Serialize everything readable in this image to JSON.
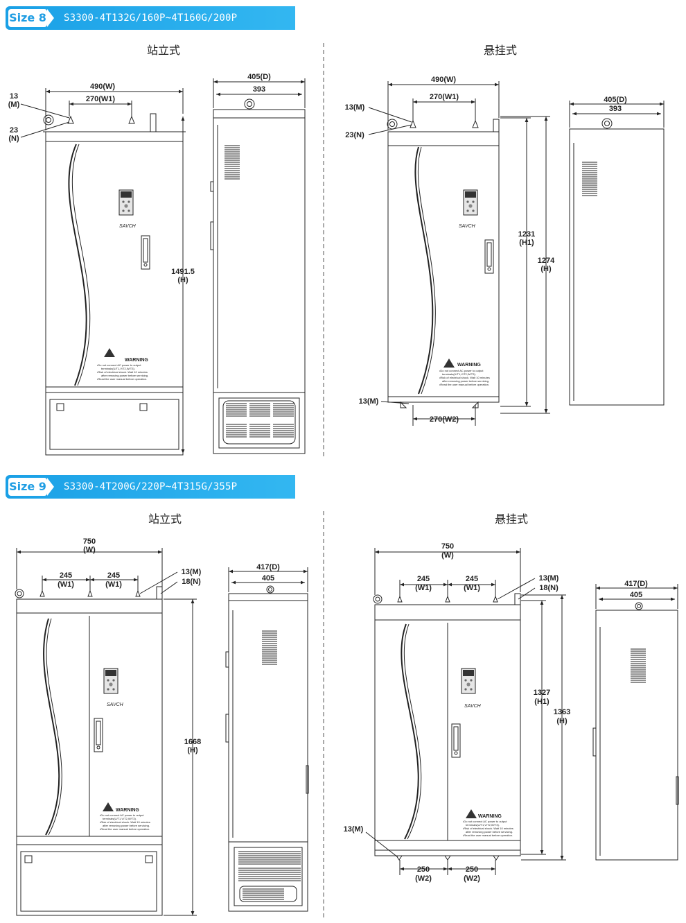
{
  "size8": {
    "tag": "Size 8",
    "model": "S3300-4T132G/160P~4T160G/200P",
    "floor_heading": "站立式",
    "wall_heading": "悬挂式",
    "floor": {
      "w": "490(W)",
      "w1": "270(W1)",
      "m_num": "13",
      "m_lbl": "(M)",
      "n_num": "23",
      "n_lbl": "(N)",
      "h_num": "1491.5",
      "h_lbl": "(H)",
      "d": "405(D)",
      "d_inner": "393"
    },
    "wall": {
      "w": "490(W)",
      "w1": "270(W1)",
      "m": "13(M)",
      "n": "23(N)",
      "m_bottom": "13(M)",
      "w2": "270(W2)",
      "h1_num": "1231",
      "h1_lbl": "(H1)",
      "h_num": "1274",
      "h_lbl": "(H)",
      "d": "405(D)",
      "d_inner": "393"
    }
  },
  "size9": {
    "tag": "Size 9",
    "model": "S3300-4T200G/220P~4T315G/355P",
    "floor_heading": "站立式",
    "wall_heading": "悬挂式",
    "floor": {
      "w_num": "750",
      "w_lbl": "(W)",
      "w1_num": "245",
      "w1_lbl": "(W1)",
      "m": "13(M)",
      "n": "18(N)",
      "h_num": "1668",
      "h_lbl": "(H)",
      "d": "417(D)",
      "d_inner": "405"
    },
    "wall": {
      "w_num": "750",
      "w_lbl": "(W)",
      "w1_num": "245",
      "w1_lbl": "(W1)",
      "m": "13(M)",
      "n": "18(N)",
      "m_bottom": "13(M)",
      "w2_num": "250",
      "w2_lbl": "(W2)",
      "h1_num": "1327",
      "h1_lbl": "(H1)",
      "h_num": "1363",
      "h_lbl": "(H)",
      "d": "417(D)",
      "d_inner": "405"
    }
  },
  "panel": {
    "brand": "SAVCH",
    "warning_title": "WARNING",
    "warning_lines": [
      "•Do not connect AC power to output",
      "terminals(U/T1,V/T2,W/T3).",
      "•Risk of electrical shock. Wait 10 minutes",
      "after removing power before servicing.",
      "•Read the user manual before operation."
    ]
  }
}
